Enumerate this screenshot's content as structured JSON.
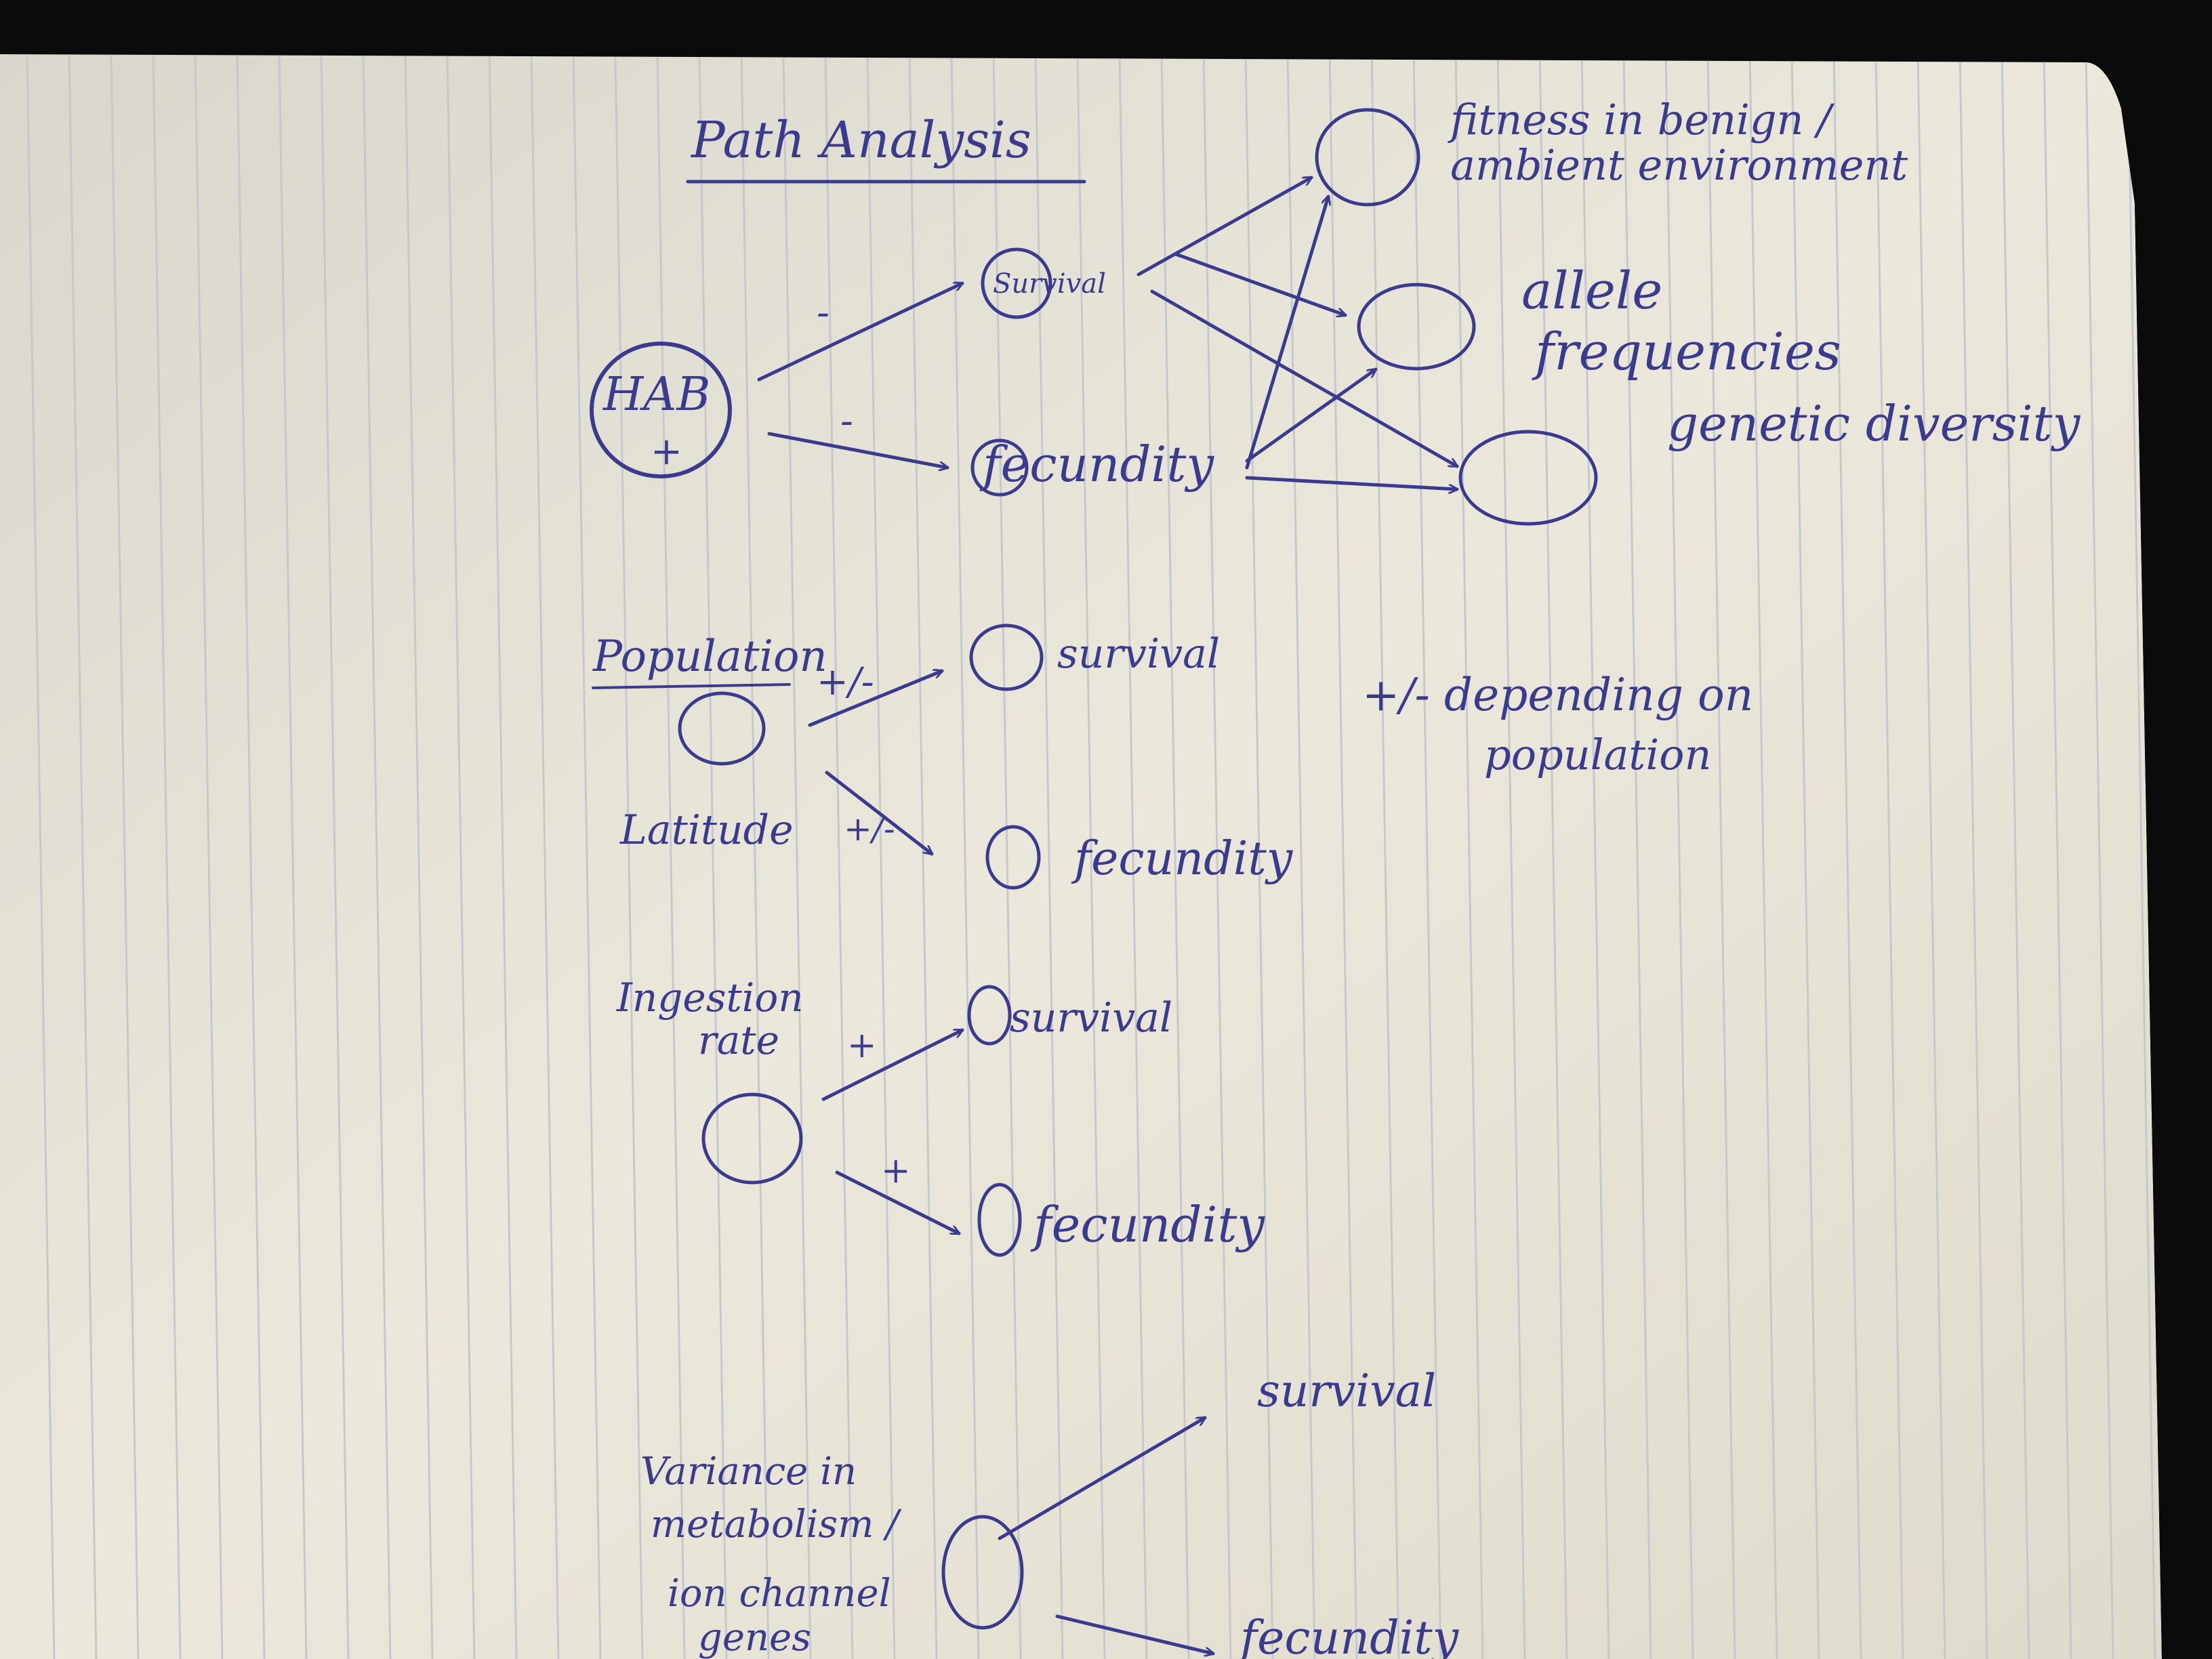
{
  "title": "Path Analysis",
  "diagram1": {
    "source": {
      "line1": "HAB",
      "line2": "+"
    },
    "edge_hab_survival_sign": "-",
    "edge_hab_fecundity_sign": "-",
    "mid_survival": "Survival",
    "mid_fecundity": "fecundity",
    "out_fitness_line1": "fitness in benign /",
    "out_fitness_line2": "ambient environment",
    "out_allele_line1": "allele",
    "out_allele_line2": "frequencies",
    "out_diversity": "genetic diversity"
  },
  "diagram2": {
    "source_line1": "Population",
    "source_line2": "Latitude",
    "sign_survival": "+/-",
    "sign_fecundity": "+/-",
    "target_survival": "survival",
    "target_fecundity": "fecundity",
    "note_line1": "+/- depending on",
    "note_line2": "population"
  },
  "diagram3": {
    "source_line1": "Ingestion",
    "source_line2": "rate",
    "sign_survival": "+",
    "sign_fecundity": "+",
    "target_survival": "survival",
    "target_fecundity": "fecundity"
  },
  "diagram4": {
    "source_line1": "Variance in",
    "source_line2": "metabolism /",
    "source_line3": "ion channel",
    "source_line4": "genes",
    "target_survival": "survival",
    "target_fecundity": "fecundity"
  },
  "colors": {
    "ink": "#3b3a8f",
    "paper": "#ece9dc",
    "rule": "#c5c9cf",
    "background": "#0b0b0c"
  }
}
